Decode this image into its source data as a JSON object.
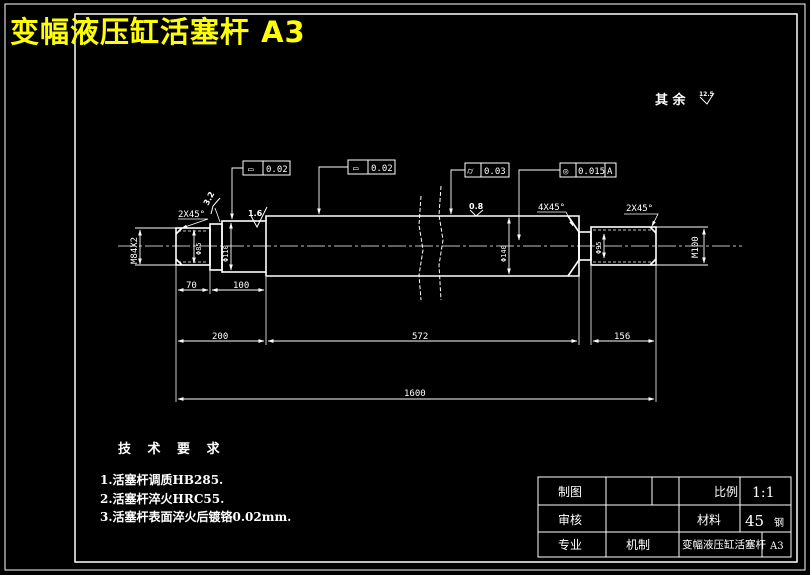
{
  "title": "变幅液压缸活塞杆 A3",
  "surface_note": {
    "text": "其 余",
    "value": "12.5"
  },
  "tolerance_frames": {
    "flatness_left": {
      "symbol": "▭",
      "value": "0.02"
    },
    "flatness_mid": {
      "symbol": "▭",
      "value": "0.02"
    },
    "cylindricity": {
      "symbol": "⌭",
      "value": "0.03"
    },
    "coaxiality": {
      "symbol": "◎",
      "value": "0.015",
      "datum": "A"
    }
  },
  "roughness": {
    "left": "1.6",
    "middle": "0.8",
    "small": "3.2"
  },
  "chamfers": {
    "left": "2X45°",
    "mid": "4X45°",
    "right": "2X45°"
  },
  "diameters": {
    "thread_left": "M84X2",
    "small_left": "Φ85",
    "step": "Φ110",
    "main": "Φ140",
    "right_step": "Φ95",
    "thread_right": "M100"
  },
  "dimensions": {
    "d70": "70",
    "d100": "100",
    "d200": "200",
    "d572": "572",
    "d156": "156",
    "d1600": "1600"
  },
  "requirements": {
    "title": "技 术 要 求",
    "items": [
      "1.活塞杆调质HB285.",
      "2.活塞杆淬火HRC55.",
      "3.活塞杆表面淬火后镀铬0.02mm."
    ]
  },
  "title_block": {
    "drawn": "制图",
    "check": "审核",
    "major": "专业",
    "major_value": "机制",
    "scale_label": "比例",
    "scale_value": "1:1",
    "material_label": "材料",
    "material_value": "45",
    "material_unit": "钢",
    "part_name": "变幅液压缸活塞杆",
    "sheet": "A3"
  },
  "colors": {
    "background": "#000000",
    "lines": "#ffffff",
    "title": "#ffff00"
  }
}
